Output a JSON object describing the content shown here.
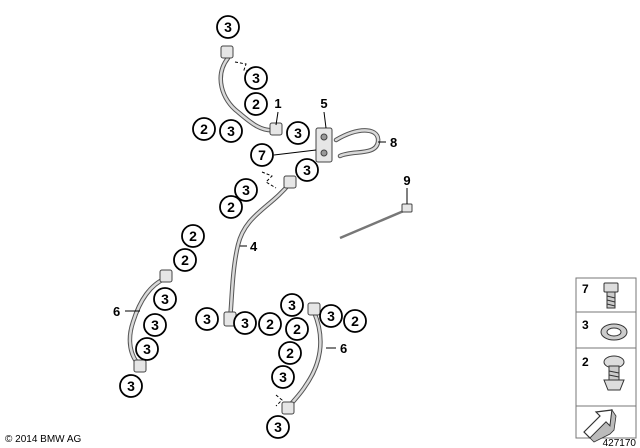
{
  "callouts": [
    "3",
    "3",
    "2",
    "2",
    "3",
    "3",
    "7",
    "3",
    "3",
    "2",
    "2",
    "2",
    "3",
    "3",
    "3",
    "3",
    "3",
    "2",
    "3",
    "3",
    "2",
    "3",
    "2",
    "2",
    "3",
    "3"
  ],
  "part_numbers": [
    "1",
    "5",
    "8",
    "9",
    "4",
    "6",
    "6"
  ],
  "legend": [
    "7",
    "3",
    "2"
  ],
  "copyright": "© 2014 BMW AG",
  "drawing_number": "427170"
}
